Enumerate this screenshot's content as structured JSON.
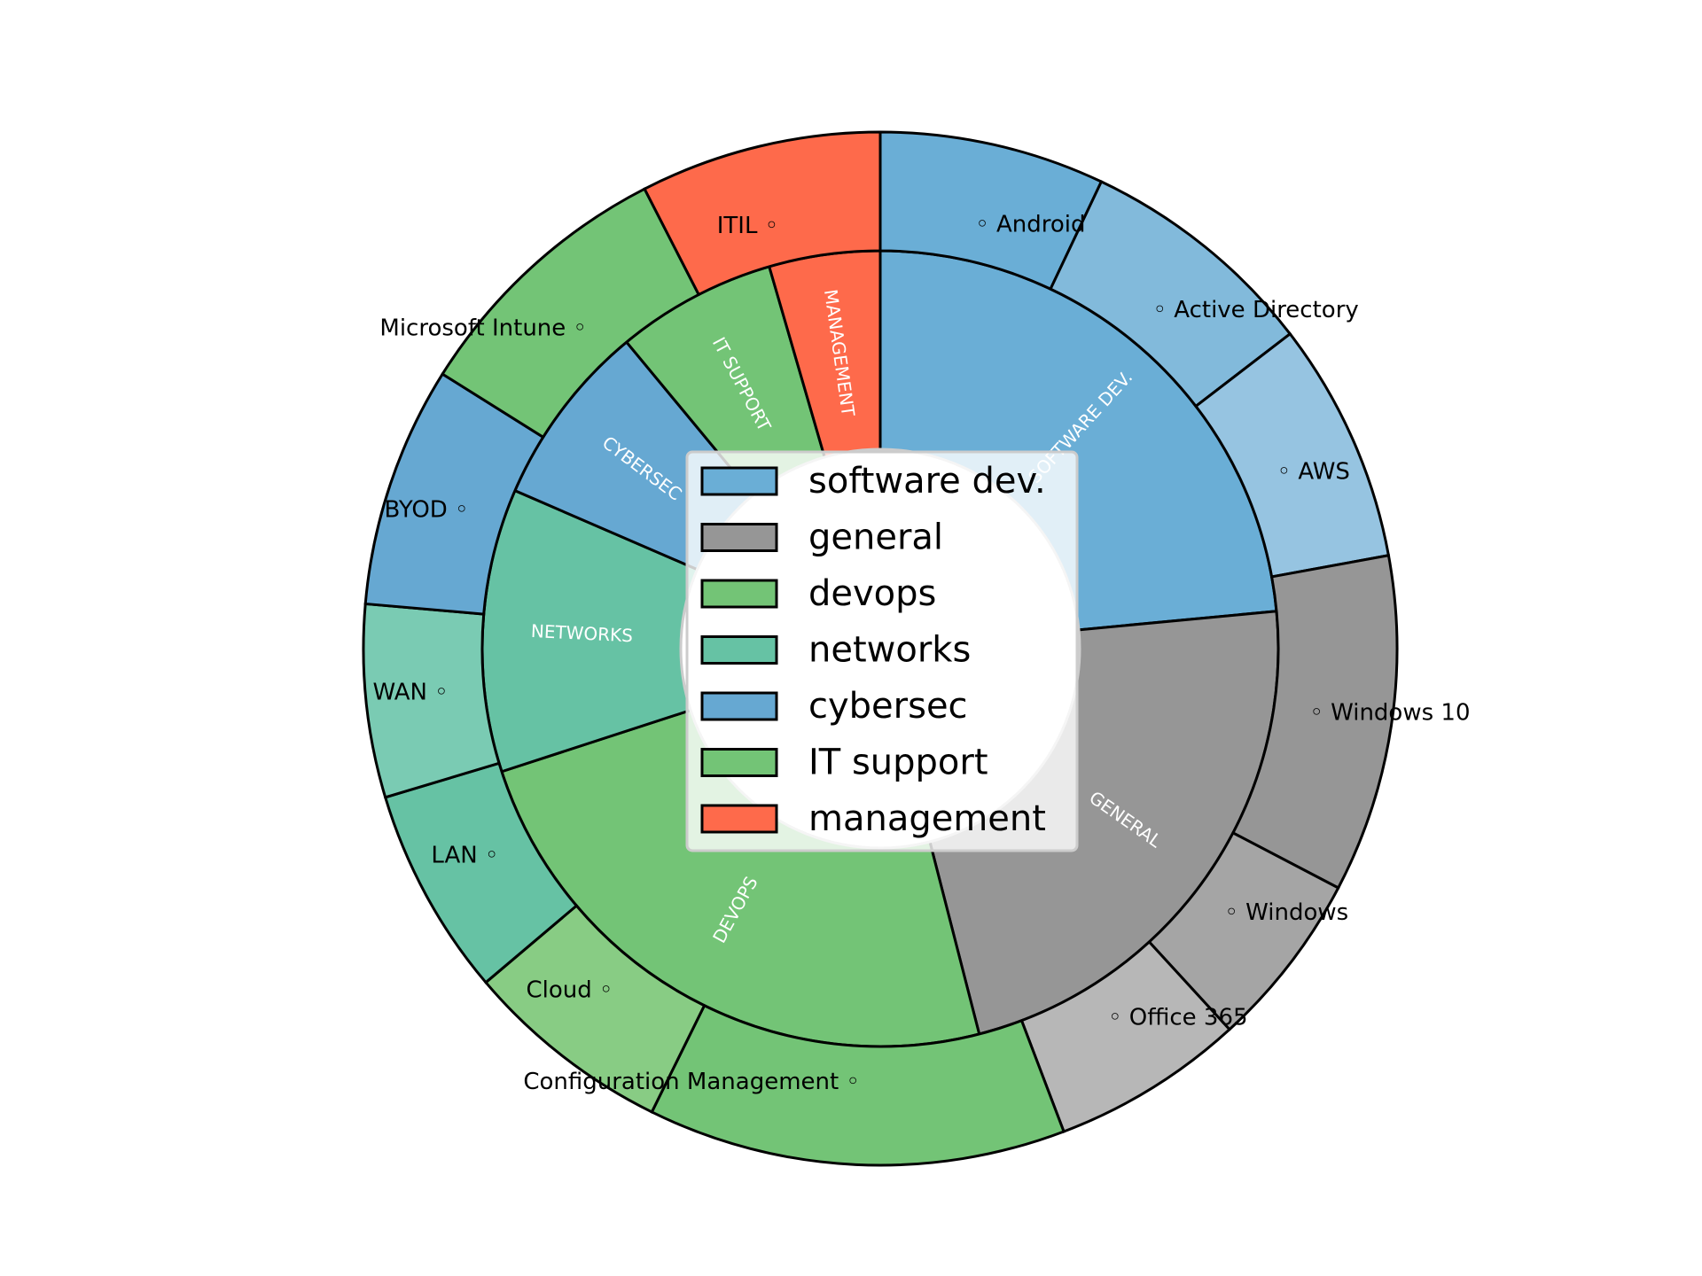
{
  "chart_data": {
    "type": "pie",
    "variant": "nested-donut",
    "title": "",
    "legend_placement": "center",
    "inner_ring": [
      {
        "label": "SOFTWARE DEV.",
        "value": 23.5,
        "color": "#6aaed6"
      },
      {
        "label": "GENERAL",
        "value": 22.5,
        "color": "#969696"
      },
      {
        "label": "DEVOPS",
        "value": 24,
        "color": "#73c476"
      },
      {
        "label": "NETWORKS",
        "value": 11.5,
        "color": "#66c2a4"
      },
      {
        "label": "CYBERSEC",
        "value": 7.5,
        "color": "#66a8d2"
      },
      {
        "label": "IT SUPPORT",
        "value": 6.5,
        "color": "#73c476"
      },
      {
        "label": "MANAGEMENT",
        "value": 4.5,
        "color": "#fe6a4b"
      }
    ],
    "outer_ring": [
      {
        "label": "Android",
        "value": 7,
        "color": "#6aaed6"
      },
      {
        "label": "Active Directory",
        "value": 7.5,
        "color": "#82badb"
      },
      {
        "label": "AWS",
        "value": 7.5,
        "color": "#96c4e1"
      },
      {
        "label": "Windows 10",
        "value": 10.5,
        "color": "#969696"
      },
      {
        "label": "Windows",
        "value": 5.5,
        "color": "#a5a5a5"
      },
      {
        "label": "Office 365",
        "value": 6,
        "color": "#b7b7b7"
      },
      {
        "label": "Configuration Management",
        "value": 13,
        "color": "#73c476"
      },
      {
        "label": "Cloud",
        "value": 6.5,
        "color": "#88cc84"
      },
      {
        "label": "LAN",
        "value": 6.5,
        "color": "#66c2a4"
      },
      {
        "label": "WAN",
        "value": 6,
        "color": "#7acbb3"
      },
      {
        "label": "BYOD",
        "value": 7.5,
        "color": "#66a8d2"
      },
      {
        "label": "Microsoft Intune",
        "value": 8.5,
        "color": "#73c476"
      },
      {
        "label": "ITIL",
        "value": 7.5,
        "color": "#fe6a4b"
      }
    ],
    "legend": [
      {
        "label": "software dev.",
        "color": "#6aaed6"
      },
      {
        "label": "general",
        "color": "#969696"
      },
      {
        "label": "devops",
        "color": "#73c476"
      },
      {
        "label": "networks",
        "color": "#66c2a4"
      },
      {
        "label": "cybersec",
        "color": "#66a8d2"
      },
      {
        "label": "IT support",
        "color": "#73c476"
      },
      {
        "label": "management",
        "color": "#fe6a4b"
      }
    ],
    "outer_marker": "◦"
  }
}
